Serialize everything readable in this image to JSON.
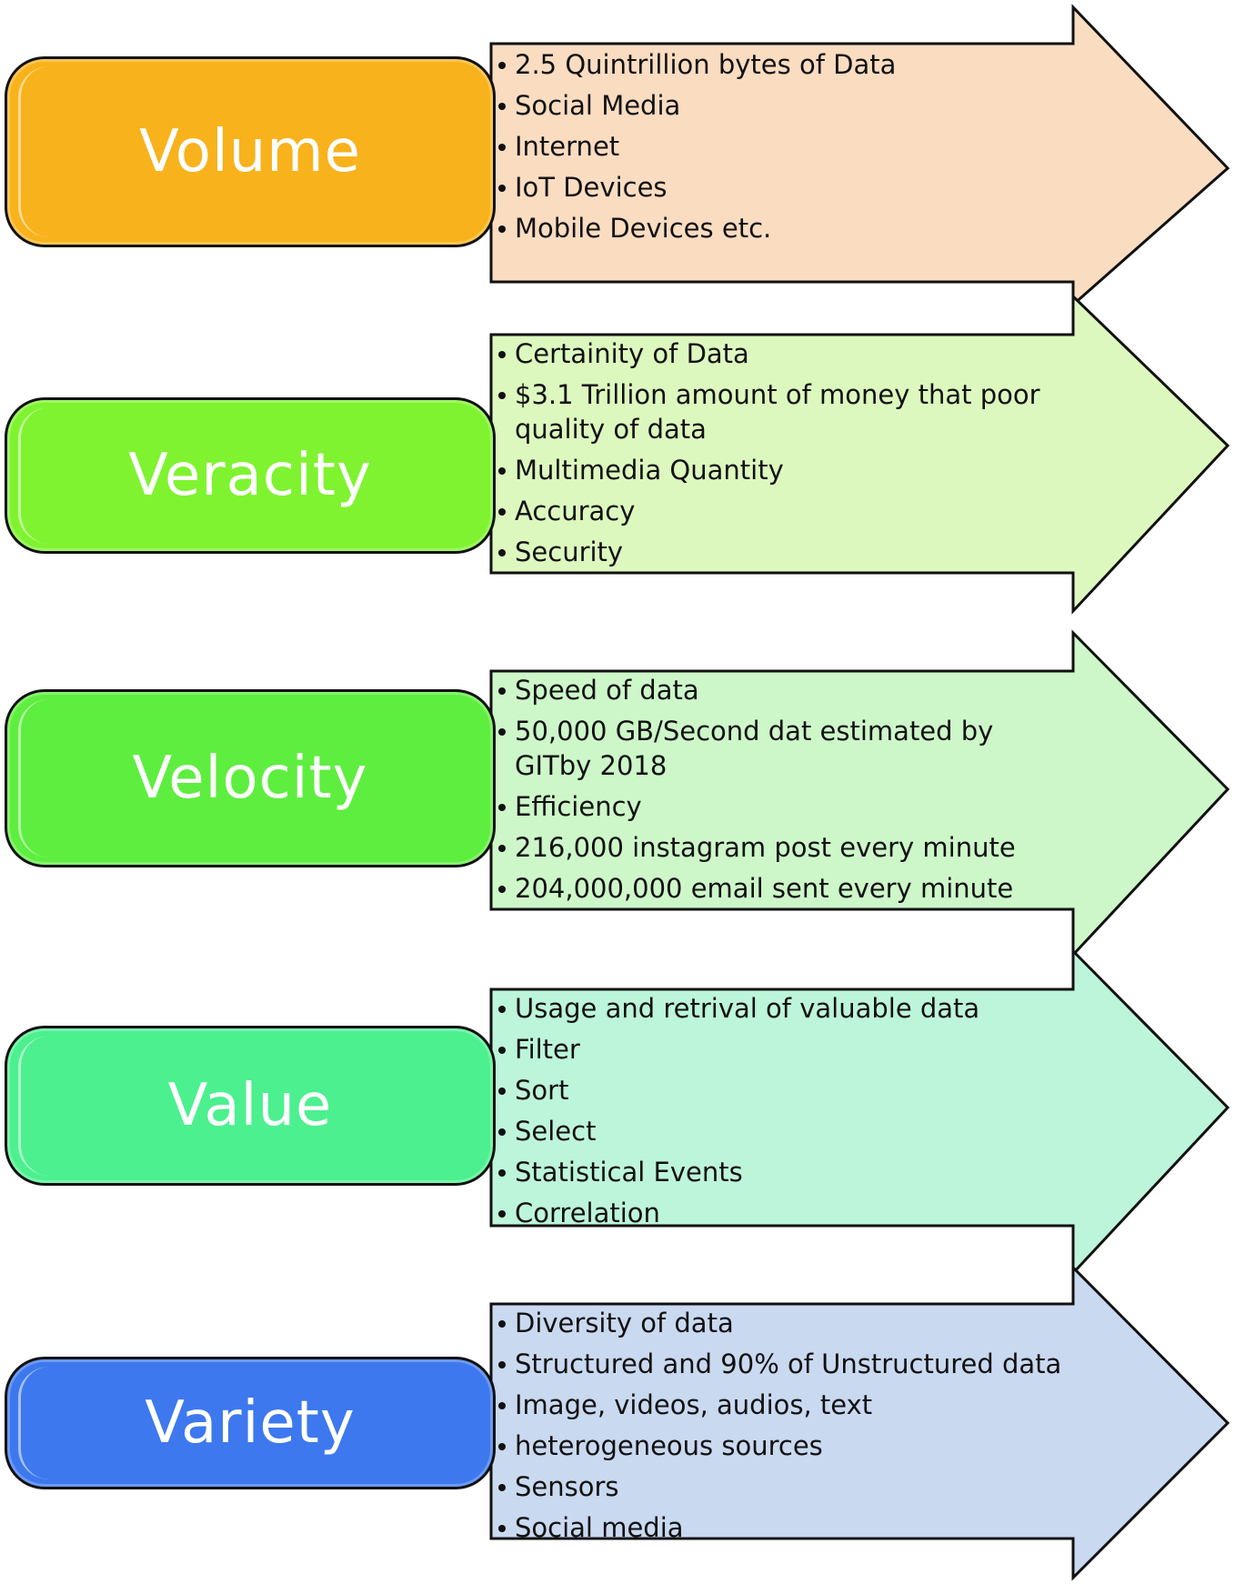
{
  "rows": [
    {
      "label": "Volume",
      "box_color": "#F8B21B",
      "arrow_color": "#FADCC1",
      "items": [
        "2.5 Quintrillion bytes of Data",
        "Social Media",
        "Internet",
        "IoT Devices",
        "Mobile Devices etc."
      ]
    },
    {
      "label": "Veracity",
      "box_color": "#7FF330",
      "arrow_color": "#DDF8BE",
      "items": [
        "Certainity of Data",
        "$3.1 Trillion amount of money that poor quality of data",
        "Multimedia Quantity",
        "Accuracy",
        "Security"
      ]
    },
    {
      "label": "Velocity",
      "box_color": "#5EEE3F",
      "arrow_color": "#CDF7C9",
      "items": [
        "Speed of data",
        "50,000 GB/Second dat estimated by GITby 2018",
        "Efficiency",
        "216,000 instagram post every  minute",
        "204,000,000 email sent every minute"
      ]
    },
    {
      "label": "Value",
      "box_color": "#4CF08F",
      "arrow_color": "#BDF5DA",
      "items": [
        "Usage and retrival of valuable data",
        "Filter",
        "Sort",
        "Select",
        "Statistical Events",
        "Correlation"
      ]
    },
    {
      "label": "Variety",
      "box_color": "#3D78EE",
      "arrow_color": "#C9D9F0",
      "items": [
        "Diversity of data",
        "Structured and 90% of Unstructured data",
        "Image, videos, audios, text",
        "heterogeneous sources",
        "Sensors",
        "Social media"
      ]
    }
  ]
}
